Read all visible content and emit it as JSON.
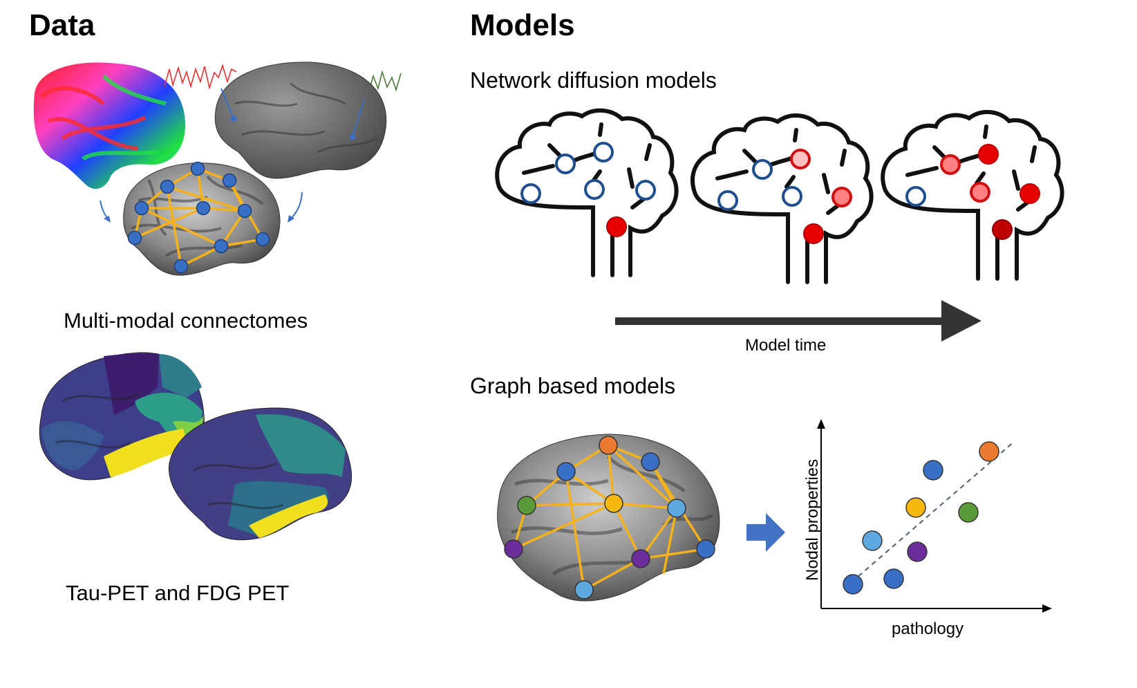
{
  "data_panel": {
    "title": "Data",
    "caption_connectomes": "Multi-modal connectomes",
    "caption_pet": "Tau-PET and FDG PET"
  },
  "models_panel": {
    "title": "Models",
    "network_diffusion": {
      "heading": "Network diffusion models",
      "timeline_label": "Model time"
    },
    "graph_based": {
      "heading": "Graph based models",
      "xlabel": "pathology",
      "ylabel": "Nodal properties"
    }
  },
  "colors": {
    "node_blue": "#3a6fc6",
    "edge_yellow": "#f5b21b",
    "infected_red": "#e00000",
    "arrow_dark": "#333333"
  }
}
